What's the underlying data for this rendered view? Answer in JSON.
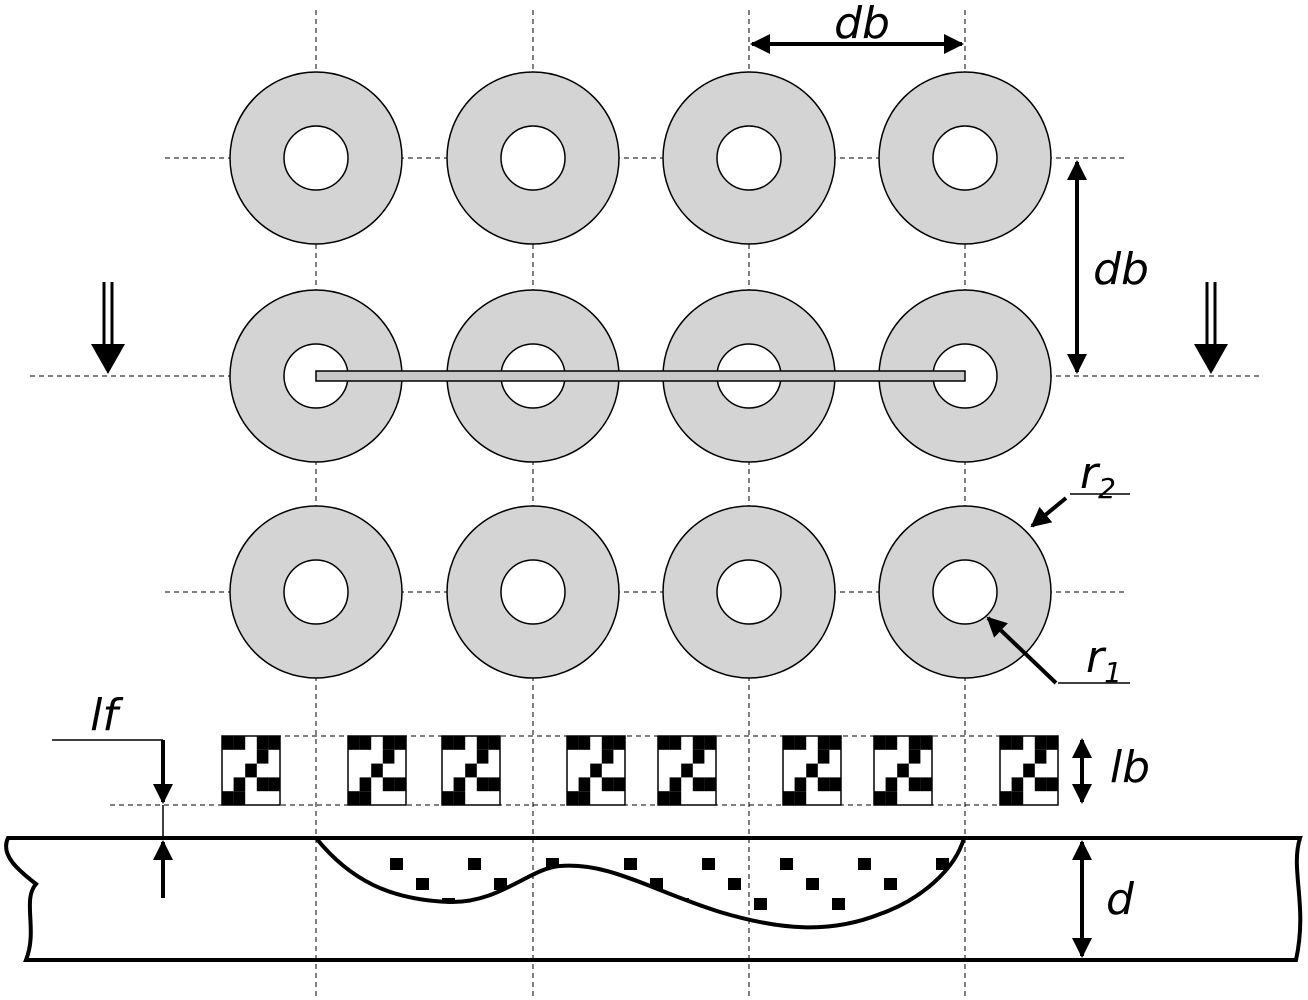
{
  "labels": {
    "db_horizontal": "db",
    "db_vertical": "db",
    "r2": "r",
    "r2_sub": "2",
    "r1": "r",
    "r1_sub": "1",
    "lf": "lf",
    "lb": "lb",
    "d": "d"
  },
  "colors": {
    "ring_fill": "#d4d4d4",
    "stroke": "#000000",
    "background": "#ffffff"
  },
  "grid": {
    "columns": 4,
    "rows": 3
  }
}
